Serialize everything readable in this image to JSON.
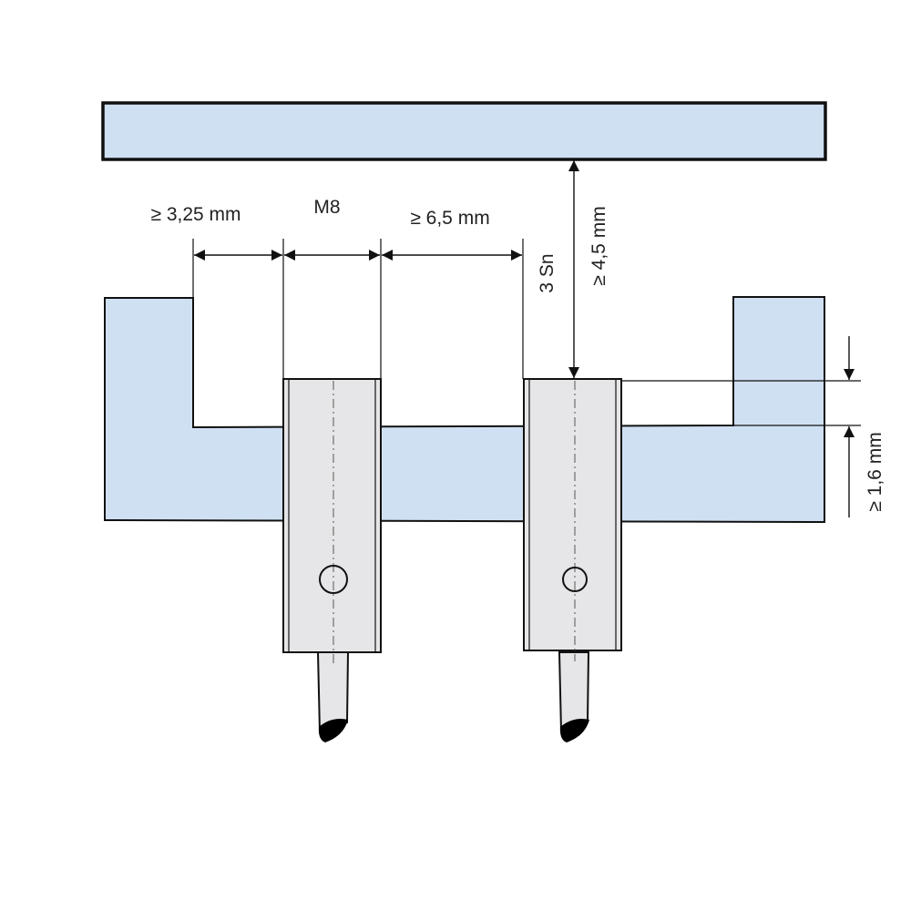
{
  "colors": {
    "plate_fill": "#cfe0f3",
    "sensor_fill": "#e6e6e8",
    "line": "#111111",
    "text": "#222222"
  },
  "labels": {
    "left_spacing": "≥ 3,25 mm",
    "thread_size": "M8",
    "sensor_spacing": "≥ 6,5 mm",
    "sensing_factor": "3 Sn",
    "target_distance": "≥ 4,5 mm",
    "flush_offset": "≥ 1,6 mm"
  },
  "icons": {
    "dimension_arrow": "arrow-head-icon",
    "sensor_led": "circle-indicator-icon"
  }
}
